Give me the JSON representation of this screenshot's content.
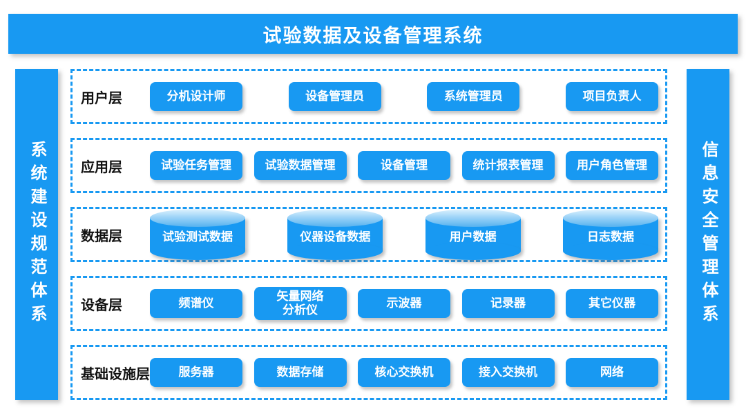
{
  "title": "试验数据及设备管理系统",
  "left_sidebar": {
    "label": "系统建设规范体系"
  },
  "right_sidebar": {
    "label": "信息安全管理体系"
  },
  "colors": {
    "primary_blue": "#1899F2",
    "cylinder_top_light": "#9ED4F8",
    "label_ink": "#111111",
    "item_text": "#FFFFFF"
  },
  "layers": [
    {
      "name": "用户层",
      "type": "box",
      "items": [
        "分机设计师",
        "设备管理员",
        "系统管理员",
        "项目负责人"
      ]
    },
    {
      "name": "应用层",
      "type": "box",
      "items": [
        "试验任务管理",
        "试验数据管理",
        "设备管理",
        "统计报表管理",
        "用户角色管理"
      ]
    },
    {
      "name": "数据层",
      "type": "cylinder",
      "items": [
        "试验测试数据",
        "仪器设备数据",
        "用户数据",
        "日志数据"
      ]
    },
    {
      "name": "设备层",
      "type": "box",
      "items": [
        "频谱仪",
        "矢量网络\n分析仪",
        "示波器",
        "记录器",
        "其它仪器"
      ]
    },
    {
      "name": "基础设施层",
      "type": "box",
      "items": [
        "服务器",
        "数据存储",
        "核心交换机",
        "接入交换机",
        "网络"
      ]
    }
  ]
}
